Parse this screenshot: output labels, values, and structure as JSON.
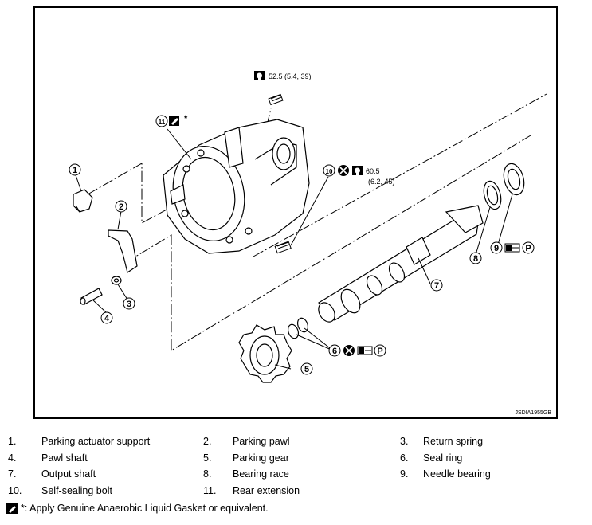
{
  "diagram": {
    "code": "JSDIA1955GB",
    "torques": {
      "upper": "52.5 (5.4, 39)",
      "middle_main": "60.5",
      "middle_sub": "(6.2, 45)"
    },
    "callouts": [
      "1",
      "2",
      "3",
      "4",
      "5",
      "6",
      "7",
      "8",
      "9",
      "10",
      "11"
    ],
    "asterisk": "*",
    "p_symbol": "P"
  },
  "legend": [
    {
      "num": "1.",
      "label": "Parking actuator support"
    },
    {
      "num": "2.",
      "label": "Parking pawl"
    },
    {
      "num": "3.",
      "label": "Return spring"
    },
    {
      "num": "4.",
      "label": "Pawl shaft"
    },
    {
      "num": "5.",
      "label": "Parking gear"
    },
    {
      "num": "6.",
      "label": "Seal ring"
    },
    {
      "num": "7.",
      "label": "Output shaft"
    },
    {
      "num": "8.",
      "label": "Bearing race"
    },
    {
      "num": "9.",
      "label": "Needle bearing"
    },
    {
      "num": "10.",
      "label": "Self-sealing bolt"
    },
    {
      "num": "11.",
      "label": "Rear extension"
    }
  ],
  "footnote": "*: Apply Genuine Anaerobic Liquid Gasket or equivalent."
}
